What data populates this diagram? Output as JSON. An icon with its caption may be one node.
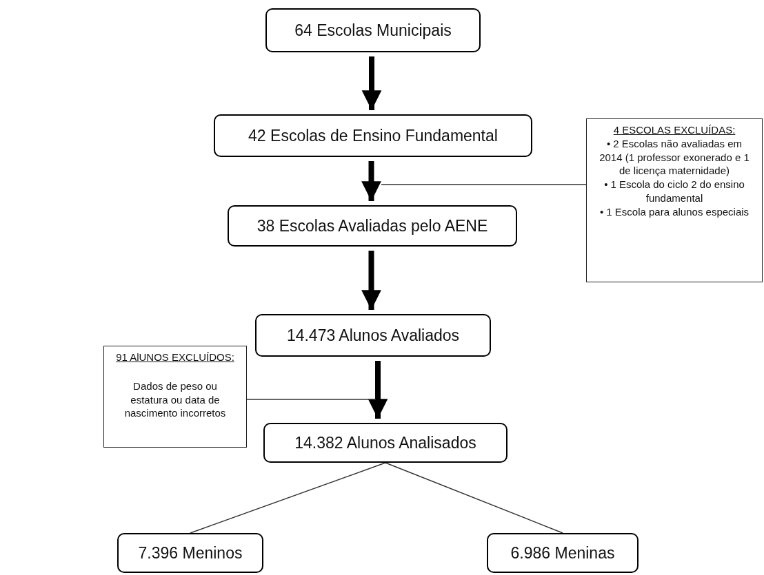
{
  "diagram": {
    "nodes": [
      {
        "text": [
          "64 Escolas Municipais"
        ]
      },
      {
        "text": [
          "42 Escolas de Ensino Fundamental"
        ]
      },
      {
        "text": [
          "38 Escolas Avaliadas pelo AENE"
        ]
      },
      {
        "text": [
          "14.473 Alunos Avaliados"
        ]
      },
      {
        "text": [
          "14.382 Alunos Analisados"
        ]
      },
      {
        "text": [
          "7.396 Meninos"
        ]
      },
      {
        "text": [
          "6.986 Meninas"
        ]
      },
      {
        "text": [
          "4 ESCOLAS EXCLUÍDAS:",
          "• 2 Escolas não avaliadas em 2014 (1 professor exonerado e 1 de licença maternidade)",
          "• 1 Escola do ciclo 2 do ensino fundamental",
          "• 1 Escola para alunos especiais"
        ]
      },
      {
        "text": [
          "91 AlUNOS EXCLUÍDOS:",
          "Dados de peso ou estatura ou data de nascimento incorretos"
        ]
      }
    ],
    "edges": [
      {
        "from": 0,
        "to": 1,
        "arrow": "to",
        "style": "thick"
      },
      {
        "from": 1,
        "to": 2,
        "arrow": "to",
        "style": "thick"
      },
      {
        "from": 2,
        "to": 3,
        "arrow": "to",
        "style": "thick"
      },
      {
        "from": 3,
        "to": 4,
        "arrow": "to",
        "style": "thick"
      },
      {
        "from": 4,
        "to": 5,
        "arrow": "none"
      },
      {
        "from": 4,
        "to": 6,
        "arrow": "none"
      },
      {
        "from": 7,
        "to": null,
        "arrow": "none"
      },
      {
        "from": 8,
        "to": null,
        "arrow": "none"
      }
    ]
  }
}
